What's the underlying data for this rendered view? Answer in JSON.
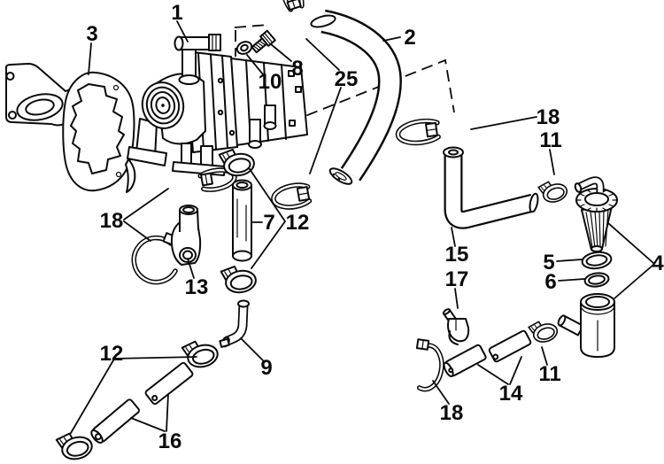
{
  "colors": {
    "ink": "#0a0a0a",
    "background": "#ffffff"
  },
  "callouts": {
    "1": "1",
    "2": "2",
    "3": "3",
    "4": "4",
    "5": "5",
    "6": "6",
    "7": "7",
    "8": "8",
    "9": "9",
    "10": "10",
    "11": "11",
    "12": "12",
    "13": "13",
    "14": "14",
    "15": "15",
    "16": "16",
    "17": "17",
    "18": "18",
    "25": "25"
  }
}
